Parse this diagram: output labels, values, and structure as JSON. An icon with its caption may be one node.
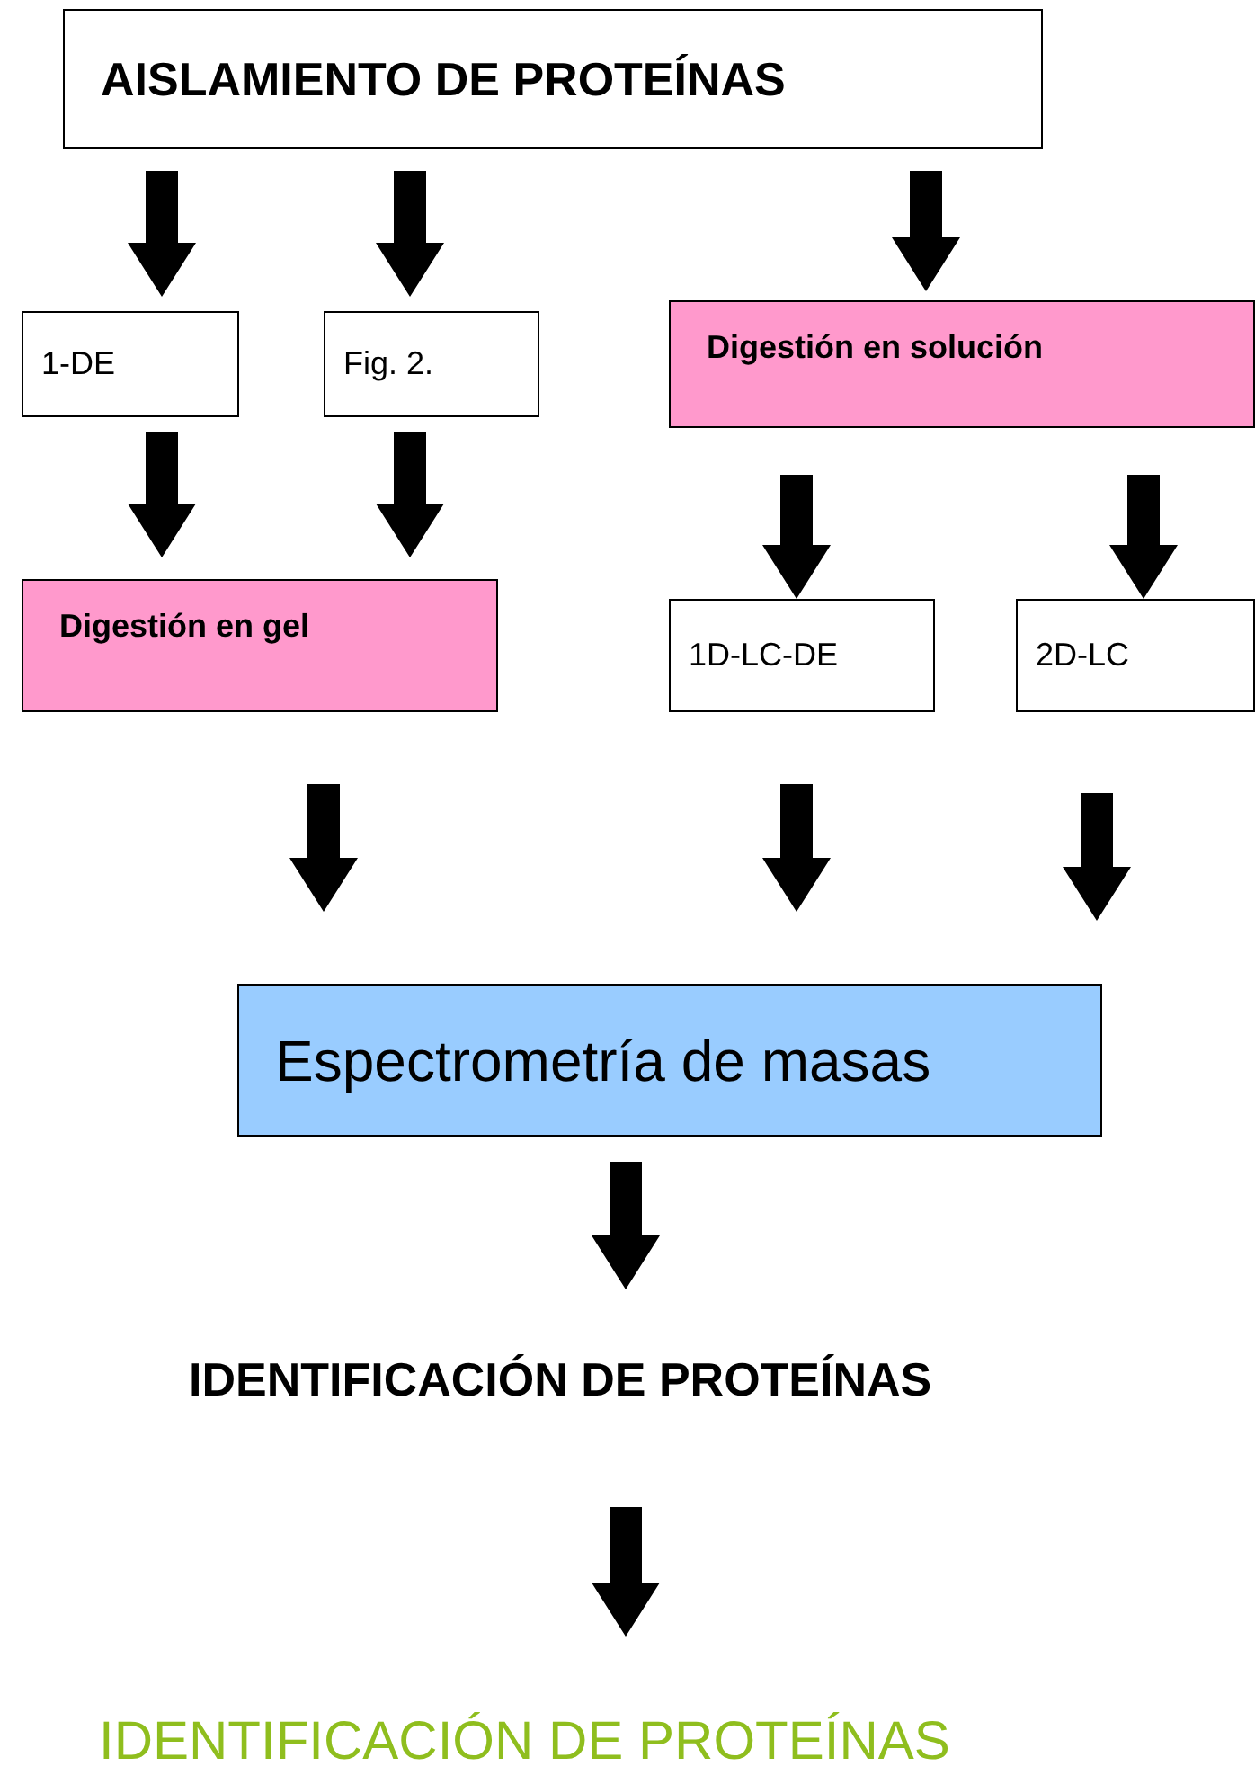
{
  "diagram": {
    "nodes": [
      {
        "text": [
          "AISLAMIENTO DE PROTEÍNAS"
        ]
      },
      {
        "text": [
          "1-DE"
        ]
      },
      {
        "text": [
          "Fig. 2."
        ]
      },
      {
        "text": [
          "Digestión en solución"
        ]
      },
      {
        "text": [
          "Digestión en gel"
        ]
      },
      {
        "text": [
          "1D-LC-DE"
        ]
      },
      {
        "text": [
          "2D-LC"
        ]
      },
      {
        "text": [
          "Espectrometría de masas"
        ]
      },
      {
        "text": [
          "IDENTIFICACIÓN DE PROTEÍNAS"
        ]
      },
      {
        "text": [
          "IDENTIFICACIÓN DE PROTEÍNAS"
        ]
      }
    ],
    "edges": [
      {
        "from": 0,
        "to": 1,
        "arrow": "to"
      },
      {
        "from": 0,
        "to": 2,
        "arrow": "to"
      },
      {
        "from": 0,
        "to": 3,
        "arrow": "to"
      },
      {
        "from": 1,
        "to": 4,
        "arrow": "to"
      },
      {
        "from": 2,
        "to": 4,
        "arrow": "to"
      },
      {
        "from": 3,
        "to": 5,
        "arrow": "to"
      },
      {
        "from": 3,
        "to": 6,
        "arrow": "to"
      },
      {
        "from": 4,
        "to": 7,
        "arrow": "to"
      },
      {
        "from": 5,
        "to": 7,
        "arrow": "to"
      },
      {
        "from": 6,
        "to": 7,
        "arrow": "to"
      },
      {
        "from": 7,
        "to": 8,
        "arrow": "to"
      },
      {
        "from": 8,
        "to": 9,
        "arrow": "to"
      }
    ]
  }
}
